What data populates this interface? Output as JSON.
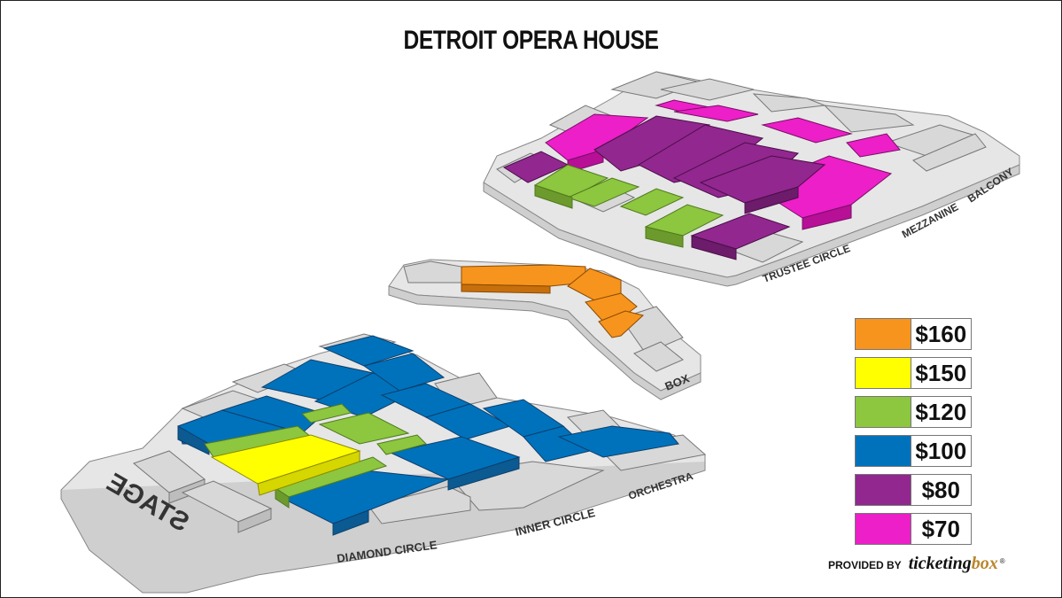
{
  "title": "DETROIT OPERA HOUSE",
  "colors": {
    "price_160": "#f7941d",
    "price_150": "#ffff00",
    "price_120": "#8dc63f",
    "price_100": "#0072bc",
    "price_80": "#92278f",
    "price_70": "#ec1fc8",
    "unavailable": "#d4d4d4"
  },
  "sections": {
    "stage": "STAGE",
    "diamond_circle": "DIAMOND CIRCLE",
    "inner_circle": "INNER CIRCLE",
    "orchestra": "ORCHESTRA",
    "box": "BOX",
    "trustee_circle": "TRUSTEE CIRCLE",
    "mezzanine": "MEZZANINE",
    "balcony": "BALCONY"
  },
  "legend": [
    {
      "price": "$160",
      "color": "#f7941d"
    },
    {
      "price": "$150",
      "color": "#ffff00"
    },
    {
      "price": "$120",
      "color": "#8dc63f"
    },
    {
      "price": "$100",
      "color": "#0072bc"
    },
    {
      "price": "$80",
      "color": "#92278f"
    },
    {
      "price": "$70",
      "color": "#ec1fc8"
    }
  ],
  "footer": {
    "provided_by": "PROVIDED BY",
    "brand_part1": "ticketing",
    "brand_part2": "box",
    "brand_mark": "®"
  }
}
